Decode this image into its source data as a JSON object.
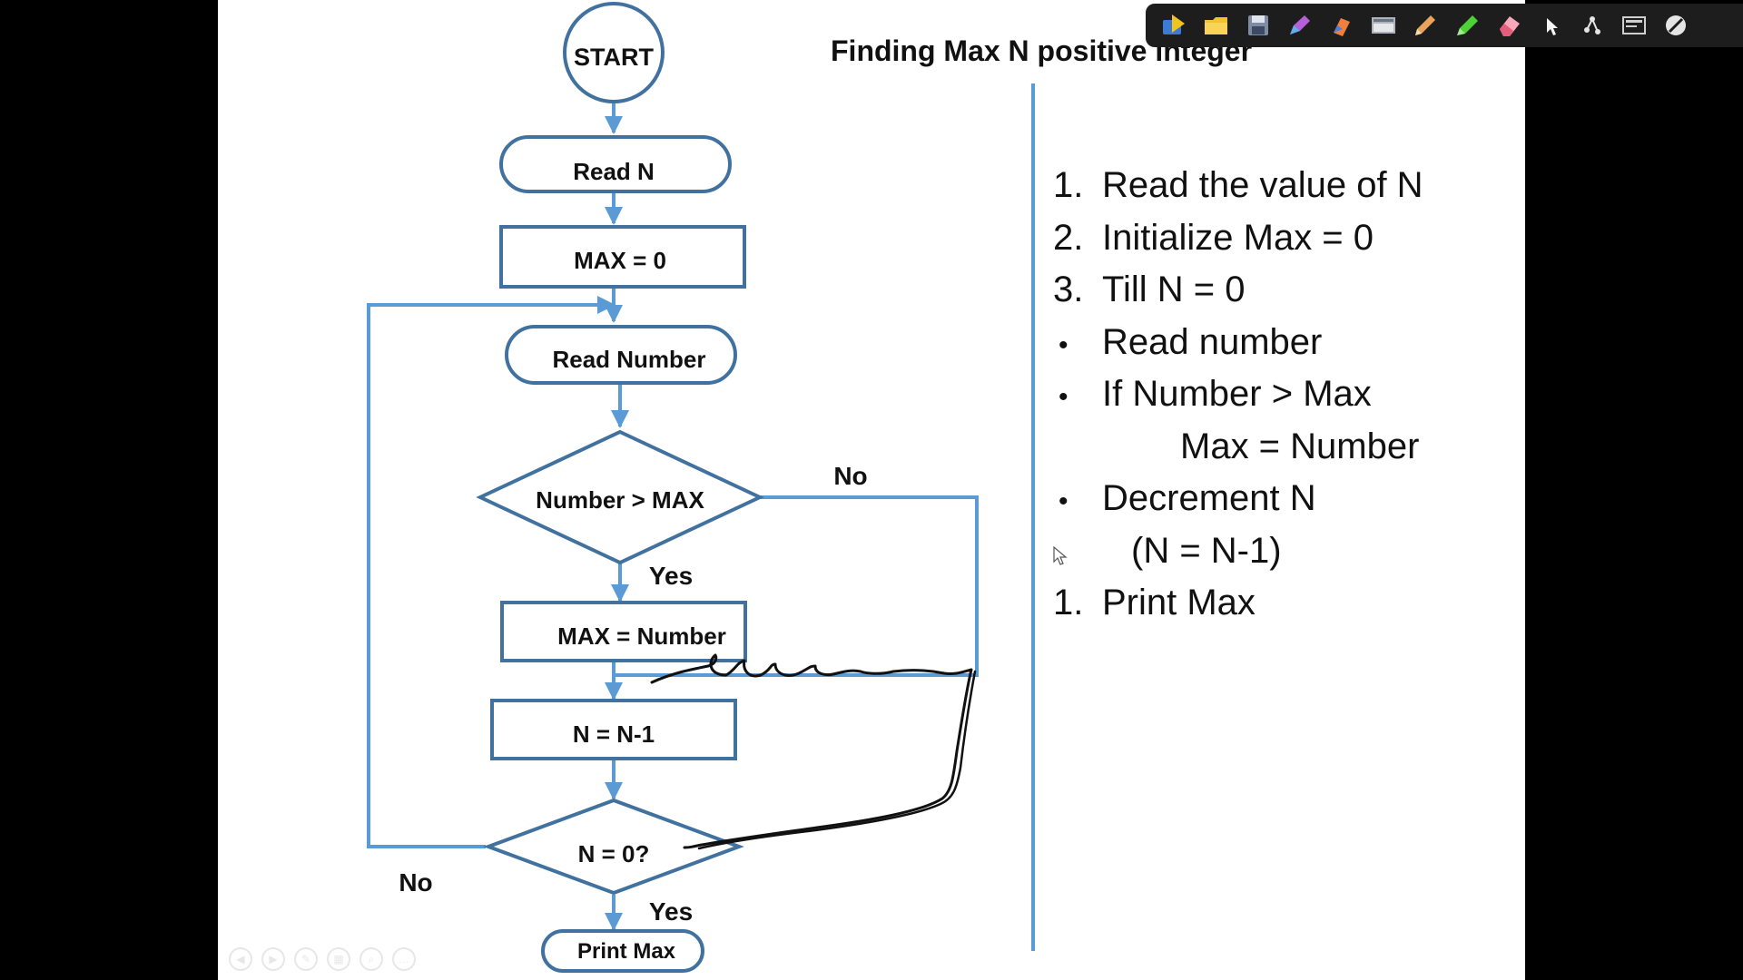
{
  "slide": {
    "title": "Finding Max N positive integer",
    "flowchart": {
      "start": "START",
      "read_n": "Read N",
      "init_max": "MAX = 0",
      "read_number": "Read Number",
      "decision_compare": "Number > MAX",
      "decision_compare_no": "No",
      "decision_compare_yes": "Yes",
      "assign_max": "MAX = Number",
      "decrement": "N = N-1",
      "decision_zero": "N = 0?",
      "decision_zero_no": "No",
      "decision_zero_yes": "Yes",
      "print_max": "Print Max"
    },
    "steps": [
      {
        "marker": "1.",
        "text": "Read the value of N"
      },
      {
        "marker": "2.",
        "text": "Initialize Max = 0"
      },
      {
        "marker": "3.",
        "text": "Till N = 0"
      },
      {
        "marker": "•",
        "text": "Read number"
      },
      {
        "marker": "•",
        "text": "If Number > Max"
      },
      {
        "marker": "",
        "text": "Max = Number"
      },
      {
        "marker": "•",
        "text": "Decrement N"
      },
      {
        "marker": "",
        "text": "(N = N-1)"
      },
      {
        "marker": "1.",
        "text": "Print Max"
      }
    ]
  },
  "toolbar": {
    "tools": [
      "play-icon",
      "folder-icon",
      "save-icon",
      "pen-icon",
      "marker-icon",
      "screen-icon",
      "pencil-icon",
      "highlighter-icon",
      "eraser-icon",
      "pointer-icon",
      "network-icon",
      "board-icon",
      "close-icon"
    ]
  },
  "nav_controls": [
    "prev-icon",
    "next-icon",
    "pen-icon",
    "slides-icon",
    "zoom-icon",
    "more-icon"
  ],
  "colors": {
    "flow_blue": "#5b9bd5",
    "shape_border": "#41729f",
    "ink": "#111111",
    "background": "#000000",
    "slide": "#ffffff"
  }
}
